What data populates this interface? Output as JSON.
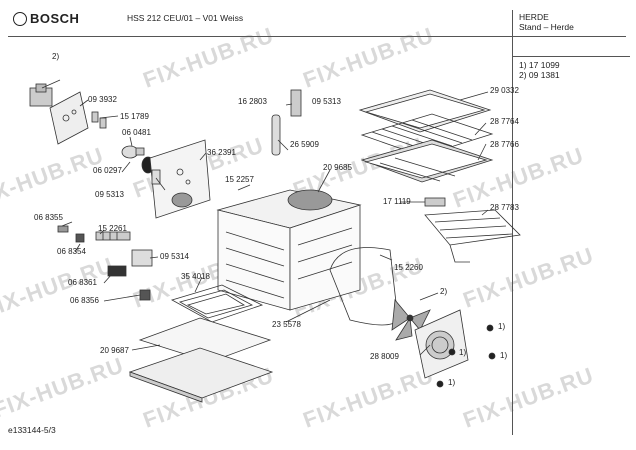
{
  "header": {
    "brand": "BOSCH",
    "model": "HSS 212 CEU/01 – V01 Weiss",
    "category_line1": "HERDE",
    "category_line2": "Stand – Herde"
  },
  "notes": [
    "1) 17 1099",
    "2) 09 1381"
  ],
  "doc_id": "e133144-5/3",
  "watermark": "FIX-HUB.RU",
  "parts": {
    "p_2a": "2)",
    "p_093932": "09 3932",
    "p_151789": "15 1789",
    "p_060481": "06 0481",
    "p_060297": "06 0297",
    "p_362391": "36 2391",
    "p_093313": "09 5313",
    "p_162803": "16 2803",
    "p_095313b": "09 5313",
    "p_265909": "26 5909",
    "p_209685": "20 9685",
    "p_152257": "15 2257",
    "p_290332": "29 0332",
    "p_287764": "28 7764",
    "p_287766": "28 7766",
    "p_171119": "17 1119",
    "p_287783": "28 7783",
    "p_068355": "06 8355",
    "p_152261": "15 2261",
    "p_068354": "06 8354",
    "p_095314": "09 5314",
    "p_354018": "35 4018",
    "p_068361": "06 8361",
    "p_068356": "06 8356",
    "p_152260": "15 2260",
    "p_235578": "23 5578",
    "p_2b": "2)",
    "p_209687": "20 9687",
    "p_288009": "28 8009",
    "p_1a": "1)",
    "p_1b": "1)",
    "p_1c": "1)",
    "p_1d": "1)"
  }
}
